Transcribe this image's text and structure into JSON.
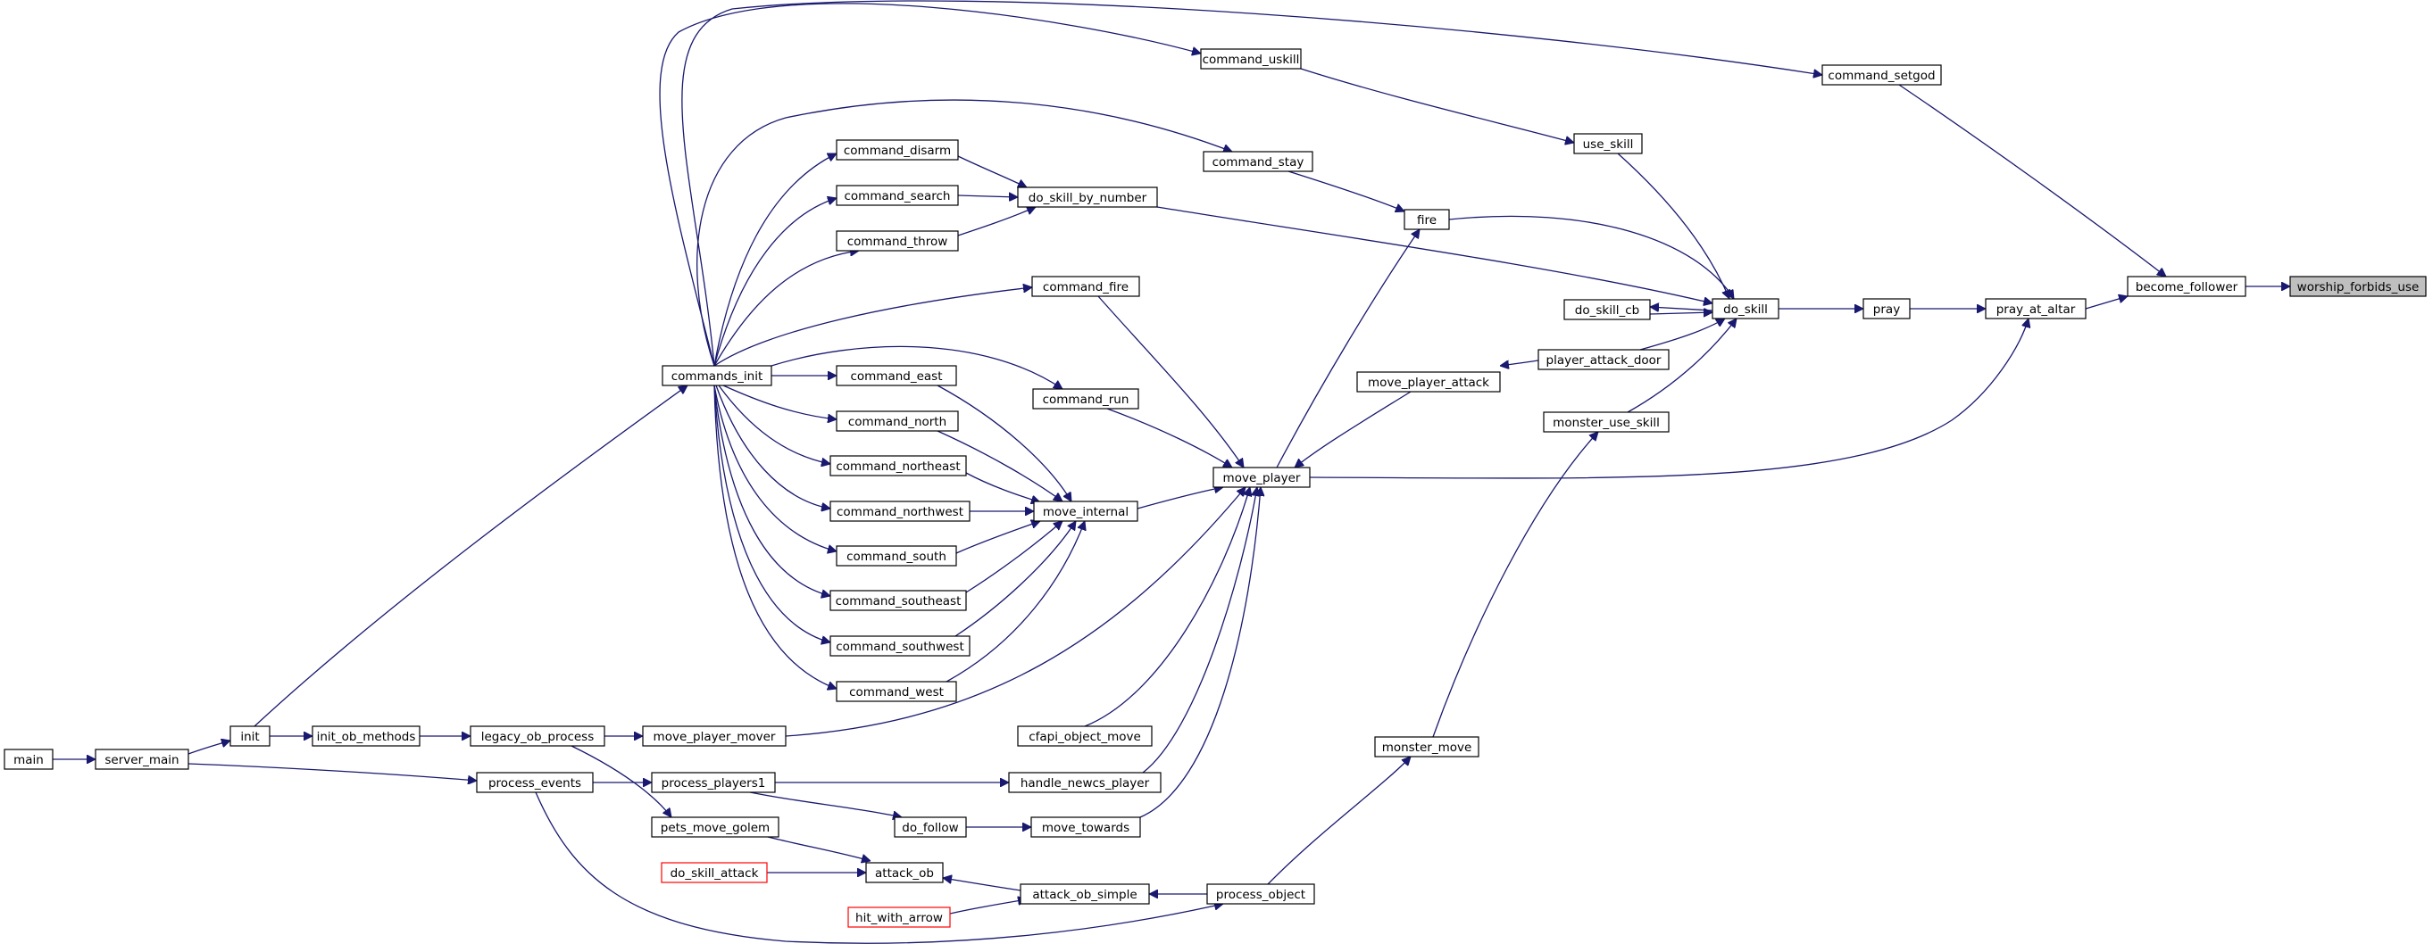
{
  "colors": {
    "edge": "#191970",
    "node_border": "#000000",
    "root_fill": "#bfbfbf",
    "external_border": "#ff0000"
  },
  "nodes": {
    "worship_forbids_use": "worship_forbids_use",
    "become_follower": "become_follower",
    "pray_at_altar": "pray_at_altar",
    "command_setgod": "command_setgod",
    "pray": "pray",
    "move_player": "move_player",
    "do_skill": "do_skill",
    "command_uskill": "command_uskill",
    "use_skill": "use_skill",
    "fire": "fire",
    "do_skill_by_number": "do_skill_by_number",
    "do_skill_cb": "do_skill_cb",
    "player_attack_door": "player_attack_door",
    "monster_use_skill": "monster_use_skill",
    "command_stay": "command_stay",
    "command_disarm": "command_disarm",
    "command_search": "command_search",
    "command_throw": "command_throw",
    "command_fire": "command_fire",
    "move_player_attack": "move_player_attack",
    "command_run": "command_run",
    "move_internal": "move_internal",
    "commands_init": "commands_init",
    "command_east": "command_east",
    "command_north": "command_north",
    "command_northeast": "command_northeast",
    "command_northwest": "command_northwest",
    "command_south": "command_south",
    "command_southeast": "command_southeast",
    "command_southwest": "command_southwest",
    "command_west": "command_west",
    "move_player_mover": "move_player_mover",
    "cfapi_object_move": "cfapi_object_move",
    "handle_newcs_player": "handle_newcs_player",
    "move_towards": "move_towards",
    "do_follow": "do_follow",
    "process_players1": "process_players1",
    "legacy_ob_process": "legacy_ob_process",
    "init_ob_methods": "init_ob_methods",
    "init": "init",
    "server_main": "server_main",
    "main": "main",
    "process_events": "process_events",
    "pets_move_golem": "pets_move_golem",
    "attack_ob": "attack_ob",
    "do_skill_attack": "do_skill_attack",
    "attack_ob_simple": "attack_ob_simple",
    "hit_with_arrow": "hit_with_arrow",
    "process_object": "process_object",
    "monster_move": "monster_move"
  }
}
